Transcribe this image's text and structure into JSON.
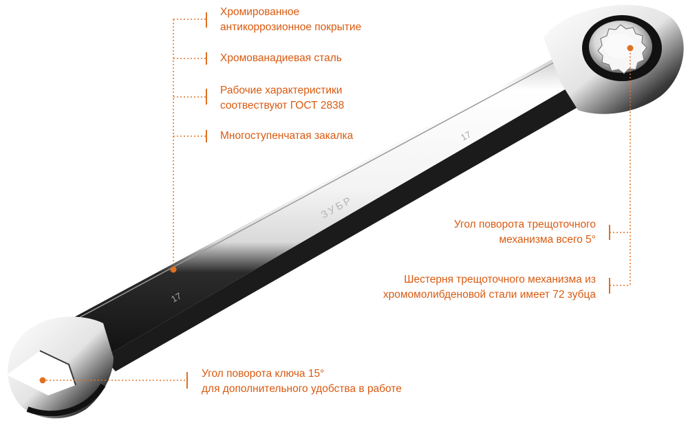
{
  "colors": {
    "accent": "#e07020",
    "text": "#d95a10",
    "steel_dark": "#2a2a2a",
    "steel_light": "#f2f2f2"
  },
  "product": {
    "brand_marking": "ЗУБР",
    "size_marking": "17"
  },
  "callouts": {
    "chrome_coating": {
      "line1": "Хромированное",
      "line2": "антикоррозионное покрытие"
    },
    "steel": {
      "line1": "Хромованадиевая сталь"
    },
    "gost": {
      "line1": "Рабочие характеристики",
      "line2": "соотвествуют ГОСТ 2838"
    },
    "hardening": {
      "line1": "Многоступенчатая закалка"
    },
    "ratchet_angle": {
      "line1": "Угол поворота трещоточного",
      "line2": "механизма всего 5°"
    },
    "gear": {
      "line1": "Шестерня трещоточного механизма из",
      "line2": "хромомолибденовой стали имеет 72 зубца"
    },
    "key_angle": {
      "line1": "Угол поворота ключа 15°",
      "line2": "для дополнительного удобства в работе"
    }
  }
}
